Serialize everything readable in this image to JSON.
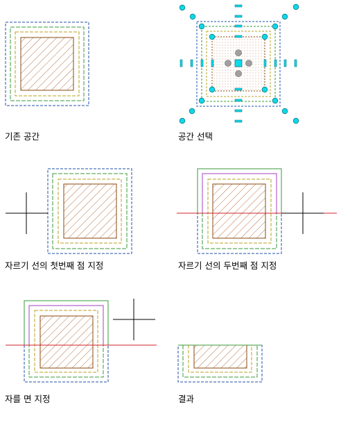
{
  "captions": {
    "existing_space": "기존 공간",
    "select_space": "공간 선택",
    "first_cut_point": "자르기 선의 첫번째 점 지정",
    "second_cut_point": "자르기 선의 두번째 점 지정",
    "side_to_cut": "자를 면 지정",
    "result": "결과"
  },
  "colors": {
    "outer_boundary": "#1f4fa8",
    "second_boundary": "#3a9a3a",
    "third_boundary": "#b8a020",
    "net_boundary": "#8a4a10",
    "hatch": "#b0622c",
    "cut_line": "#d0202a",
    "highlight_boundary": "#a040c0",
    "grip_cyan": "#10d8e8",
    "grip_gray": "#a0a0a0",
    "cursor": "#000000"
  }
}
